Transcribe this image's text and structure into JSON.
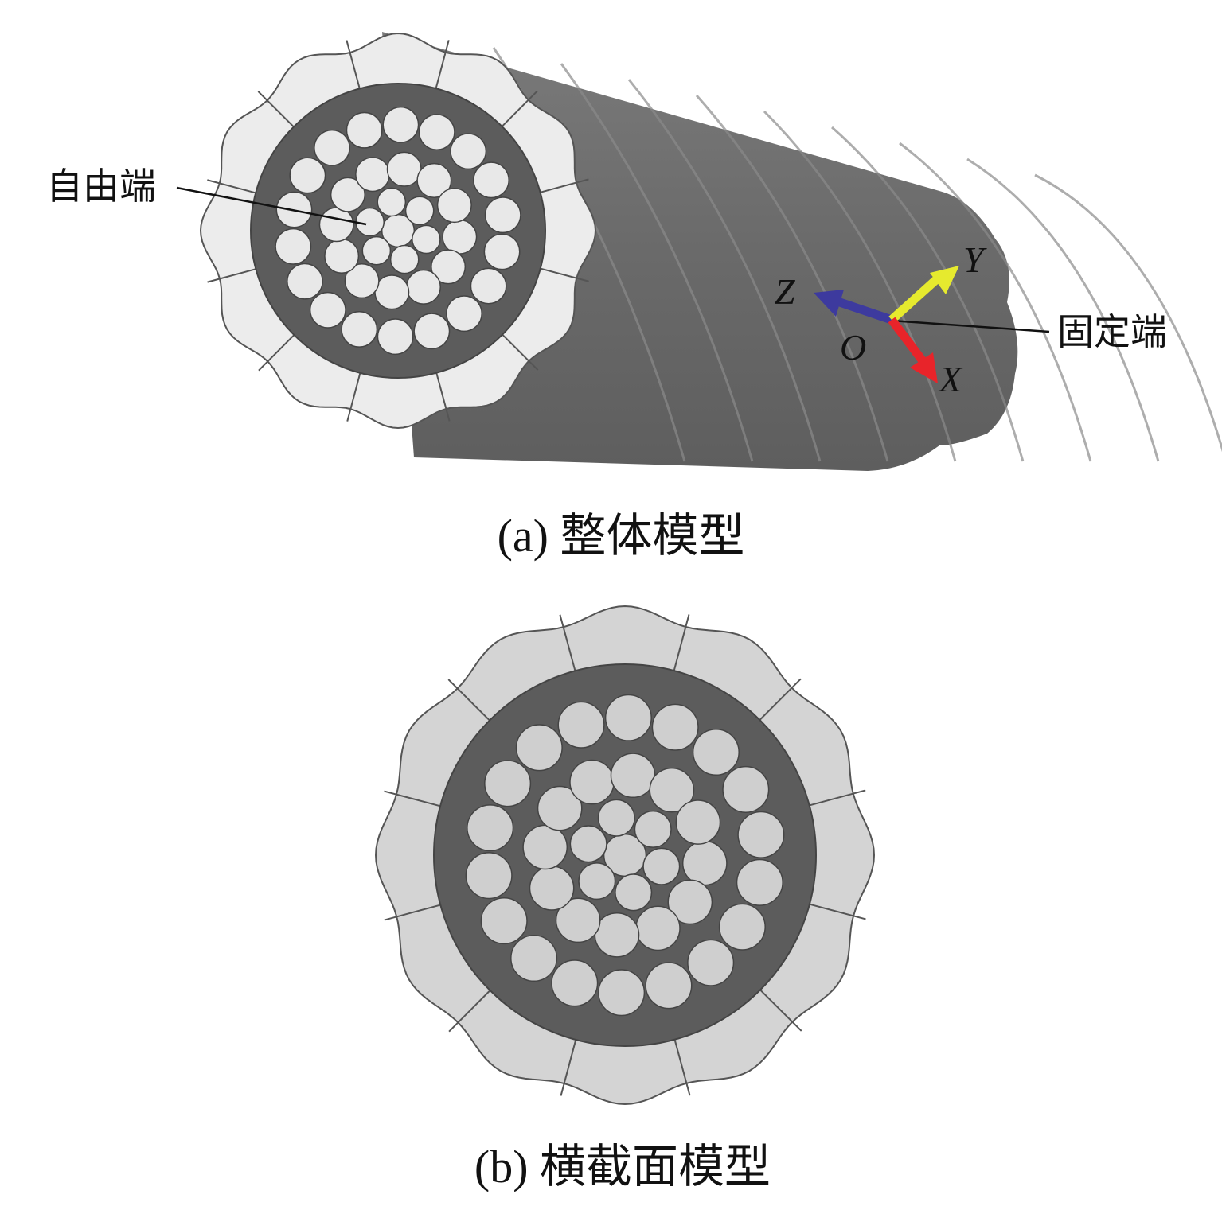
{
  "figure_a": {
    "caption": "(a) 整体模型",
    "label_free_end": "自由端",
    "label_fixed_end": "固定端",
    "axes": {
      "x": {
        "label": "X",
        "color": "#e8242a"
      },
      "y": {
        "label": "Y",
        "color": "#e6ea2e"
      },
      "z": {
        "label": "Z",
        "color": "#3d3a9e"
      },
      "origin": "O"
    }
  },
  "figure_b": {
    "caption": "(b) 横截面模型"
  },
  "colors": {
    "body": "#6f6f6f",
    "wire": "#e8e8e8",
    "wire_b": "#cfcfcf",
    "gap": "#5a5a5a"
  }
}
